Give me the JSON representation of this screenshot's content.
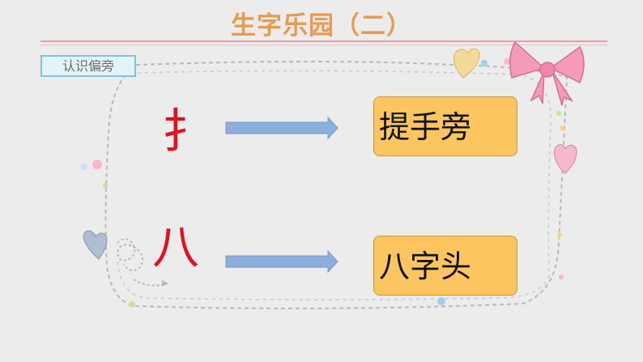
{
  "header": {
    "title": "生字乐园（二）"
  },
  "section": {
    "tag": "认识偏旁"
  },
  "rows": [
    {
      "radical": "扌",
      "name": "提手旁"
    },
    {
      "radical": "八",
      "name": "八字头"
    }
  ],
  "colors": {
    "title": "#e69a52",
    "radical": "#e3101f",
    "box": "#fcc55f",
    "arrow": "#8bb0dc"
  }
}
